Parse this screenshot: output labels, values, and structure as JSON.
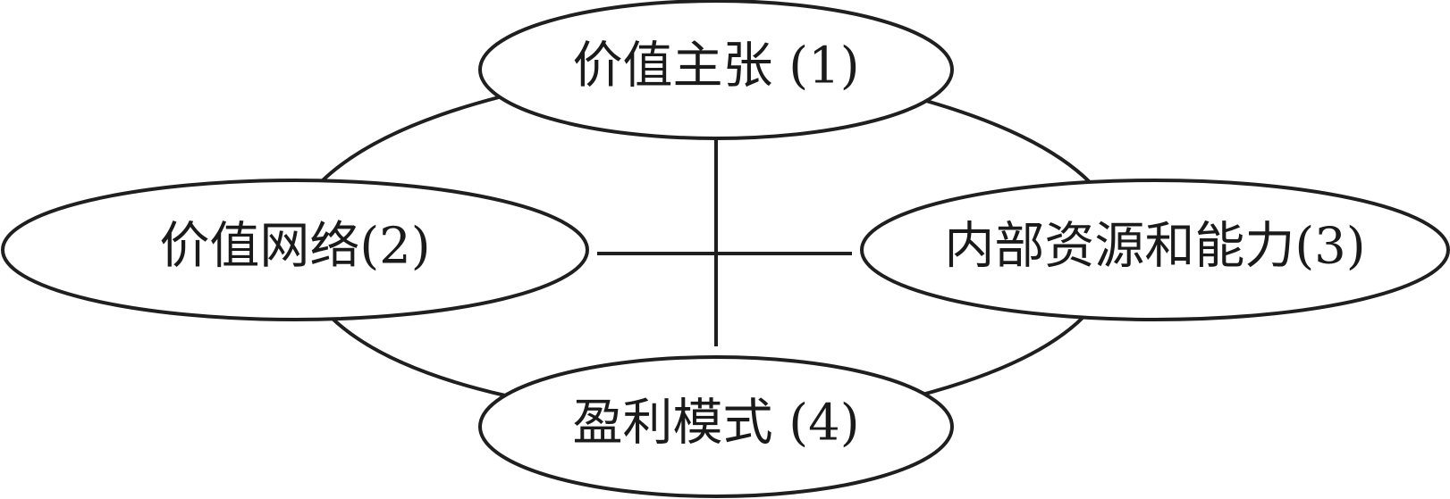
{
  "diagram": {
    "nodes": [
      {
        "id": "value-proposition",
        "label": "价值主张 (1)"
      },
      {
        "id": "value-network",
        "label": "价值网络(2)"
      },
      {
        "id": "internal-resources",
        "label": "内部资源和能力(3)"
      },
      {
        "id": "profit-model",
        "label": "盈利模式 (4)"
      }
    ],
    "connections": [
      {
        "from": "value-proposition",
        "to": "value-network"
      },
      {
        "from": "value-proposition",
        "to": "internal-resources"
      },
      {
        "from": "value-network",
        "to": "profit-model"
      },
      {
        "from": "internal-resources",
        "to": "profit-model"
      },
      {
        "from": "value-proposition",
        "to": "profit-model"
      },
      {
        "from": "value-network",
        "to": "internal-resources"
      }
    ],
    "colors": {
      "stroke": "#1f1f1f",
      "fill": "#ffffff",
      "text": "#1a1a1a"
    }
  }
}
